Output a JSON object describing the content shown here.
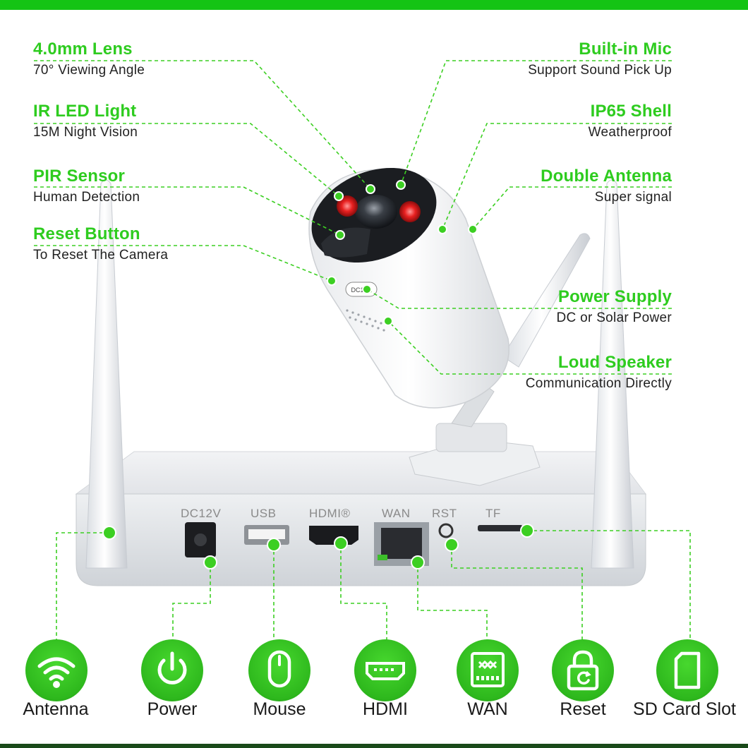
{
  "colors": {
    "accent": "#2ecc1f",
    "top_bar": "#14c414",
    "text": "#222222"
  },
  "callouts_left": [
    {
      "title": "4.0mm Lens",
      "subtitle": "70° Viewing Angle"
    },
    {
      "title": "IR LED Light",
      "subtitle": "15M Night Vision"
    },
    {
      "title": "PIR Sensor",
      "subtitle": "Human Detection"
    },
    {
      "title": "Reset Button",
      "subtitle": "To Reset The Camera"
    }
  ],
  "callouts_right": [
    {
      "title": "Built-in Mic",
      "subtitle": "Support Sound Pick Up"
    },
    {
      "title": "IP65 Shell",
      "subtitle": "Weatherproof"
    },
    {
      "title": "Double Antenna",
      "subtitle": "Super signal"
    },
    {
      "title": "Power Supply",
      "subtitle": "DC or Solar Power"
    },
    {
      "title": "Loud Speaker",
      "subtitle": "Communication Directly"
    }
  ],
  "port_prints": [
    "DC12V",
    "USB",
    "HDMI®",
    "WAN",
    "RST",
    "TF"
  ],
  "camera_port_print": "DC12V",
  "ports": [
    {
      "label": "Antenna",
      "icon": "wifi-icon"
    },
    {
      "label": "Power",
      "icon": "power-icon"
    },
    {
      "label": "Mouse",
      "icon": "mouse-icon"
    },
    {
      "label": "HDMI",
      "icon": "hdmi-icon"
    },
    {
      "label": "WAN",
      "icon": "ethernet-icon"
    },
    {
      "label": "Reset",
      "icon": "reset-lock-icon"
    },
    {
      "label": "SD Card Slot",
      "icon": "sd-card-icon"
    }
  ]
}
